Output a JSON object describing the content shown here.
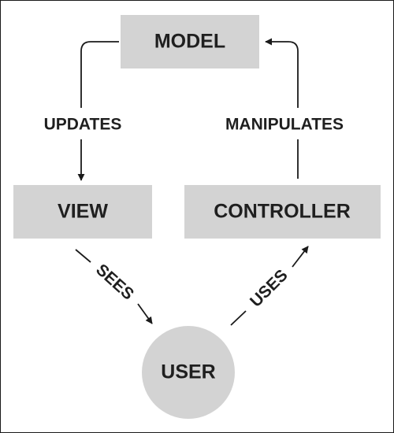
{
  "colors": {
    "node_fill": "#d3d3d3",
    "text": "#1f1f1f",
    "line": "#1a1a1a",
    "background": "#ffffff"
  },
  "nodes": {
    "model": "MODEL",
    "view": "VIEW",
    "controller": "CONTROLLER",
    "user": "USER"
  },
  "edges": {
    "model_to_view": "UPDATES",
    "controller_to_model": "MANIPULATES",
    "view_to_user": "SEES",
    "user_to_controller": "USES"
  }
}
